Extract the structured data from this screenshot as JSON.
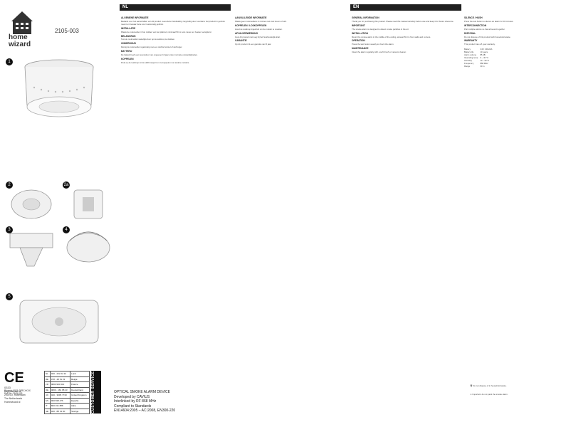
{
  "brand": {
    "name_line1": "home",
    "name_line2": "wizard",
    "model": "2105-003"
  },
  "figures": [
    {
      "num": "1"
    },
    {
      "num": "2"
    },
    {
      "num": "2a"
    },
    {
      "num": "3"
    },
    {
      "num": "4"
    },
    {
      "num": "5"
    }
  ],
  "certification": {
    "mark": "CE",
    "code": "0333",
    "lines": [
      "Phoenix 0921-CPR-XXXX",
      "DoP Nr. 2105-003"
    ]
  },
  "address": {
    "lines": [
      "Bayersstraat 48",
      "2000 AT, Rotterdam",
      "The Netherlands",
      "Homewizard.nl"
    ]
  },
  "countries": [
    [
      "NL",
      "020 - 222 22 22",
      "Land"
    ],
    [
      "BE",
      "078 - 48 51 33",
      "België"
    ],
    [
      "FR",
      "0800 900 313",
      "France"
    ],
    [
      "DE",
      "0800 - 181 88 43",
      "Deutschland"
    ],
    [
      "UK",
      "020 - 3695 7740",
      "United Kingdom"
    ],
    [
      "ES",
      "900 838 476",
      "España"
    ],
    [
      "IT",
      "800 191 888",
      "Italia"
    ],
    [
      "SE",
      "020 - 88 13 00",
      "Sverige"
    ]
  ],
  "customer_service_label": "CUSTOMER SERVICE",
  "product_info": {
    "line1": "OPTICAL SMOKE ALARM DEVICE",
    "line2": "Developed by CAVIUS",
    "line3": "Interlinked by RF 868 MHz",
    "line4": "Compliant to Standards",
    "line5": "EN14604:2005 – AC:2008, EN300-220"
  },
  "columns": [
    {
      "lang": "NL",
      "head": "NL",
      "sections": [
        {
          "title": "ALGEMENE INFORMATIE",
          "text": "Bedankt voor het aanschaffen van dit product. Lees deze handleiding zorgvuldig door voordat u het product in gebruik neemt en bewaar deze voor toekomstig gebruik."
        },
        {
          "title": "INSTALLATIE",
          "text": "Plaats de rookmelder in het midden van het plafond, minimaal 50 cm van muren en hoeken verwijderd."
        },
        {
          "title": "BELANGRIJK",
          "text": "Test de rookmelder wekelijks door op de testknop te drukken."
        },
        {
          "title": "ONDERHOUD",
          "text": "Reinig de rookmelder regelmatig met een zachte borstel of stofzuiger."
        },
        {
          "title": "BATTERIJ",
          "text": "De batterij heeft een levensduur van ongeveer 10 jaar onder normale omstandigheden."
        },
        {
          "title": "KOPPELEN",
          "text": "Druk op de testknop tot de LED knippert om te koppelen met andere melders."
        }
      ]
    },
    {
      "lang": "NL2",
      "head": "",
      "sections": [
        {
          "title": "AANVULLENDE INFORMATIE",
          "text": "Plaats geen rookmelders in ruimtes met veel stoom of stof."
        },
        {
          "title": "KOPPELEN / LOSKOPPELEN",
          "text": "Houd de testknop ingedrukt om de melder te resetten."
        },
        {
          "title": "AFVALVERWERKING",
          "text": "Gooi dit product niet weg bij het huishoudelijk afval."
        },
        {
          "title": "GARANTIE",
          "text": "Op dit product zit een garantie van 5 jaar."
        }
      ]
    },
    {
      "lang": "EN",
      "head": "EN",
      "sections": [
        {
          "title": "GENERAL INFORMATION",
          "text": "Thank you for purchasing this product. Please read this manual carefully before use and keep it for future reference."
        },
        {
          "title": "IMPORTANT",
          "text": "The smoke alarm is designed to detect smoke particles in the air."
        },
        {
          "title": "INSTALLATION",
          "text": "Mount the smoke alarm in the middle of the ceiling, at least 50 cm from walls and corners."
        },
        {
          "title": "OPERATION",
          "text": "Press the test button weekly to check the alarm."
        },
        {
          "title": "MAINTENANCE",
          "text": "Clean the alarm regularly with a soft brush or vacuum cleaner."
        }
      ]
    },
    {
      "lang": "EN2",
      "head": "",
      "sections": [
        {
          "title": "SILENCE / HUSH",
          "text": "Press the test button to silence an alarm for 10 minutes."
        },
        {
          "title": "INTERCONNECTION",
          "text": "Pair multiple alarms so that all sound together."
        },
        {
          "title": "DISPOSAL",
          "text": "Do not dispose of this product with household waste."
        },
        {
          "title": "WARRANTY",
          "text": "This product has a 5 year warranty."
        }
      ]
    }
  ],
  "spec_table": [
    [
      "Battery",
      "3.0V CR123A"
    ],
    [
      "Battery life",
      "10 years"
    ],
    [
      "Alarm volume",
      "85 dB"
    ],
    [
      "Operating temp",
      "0 – 40 °C"
    ],
    [
      "Humidity",
      "10 – 93 %"
    ],
    [
      "Frequency",
      "868 MHz"
    ],
    [
      "Range",
      "30 m"
    ]
  ],
  "footer_notes": {
    "recycle": "Do not dispose of in household waste.",
    "warning": "Important: do not paint the smoke alarm."
  }
}
